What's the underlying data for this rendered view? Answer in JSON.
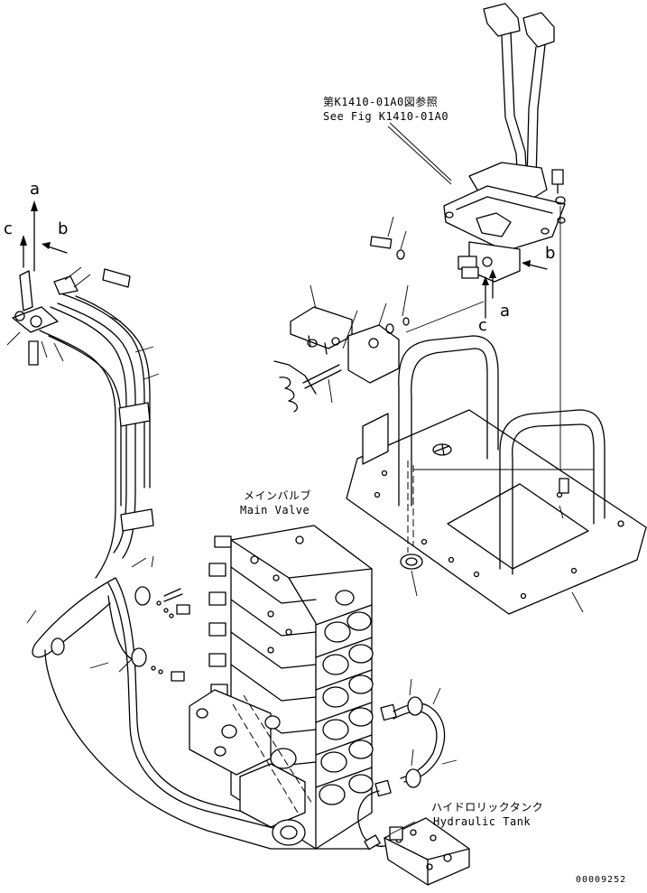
{
  "references": {
    "fig_ref_jp": "第K1410-01A0図参照",
    "fig_ref_en": "See Fig K1410-01A0"
  },
  "components": {
    "main_valve_jp": "メインバルブ",
    "main_valve_en": "Main Valve",
    "hydraulic_tank_jp": "ハイドロリックタンク",
    "hydraulic_tank_en": "Hydraulic Tank"
  },
  "view_markers": {
    "left_a": "a",
    "left_b": "b",
    "left_c": "c",
    "right_a": "a",
    "right_b": "b",
    "right_c": "c"
  },
  "drawing_number": "00009252"
}
